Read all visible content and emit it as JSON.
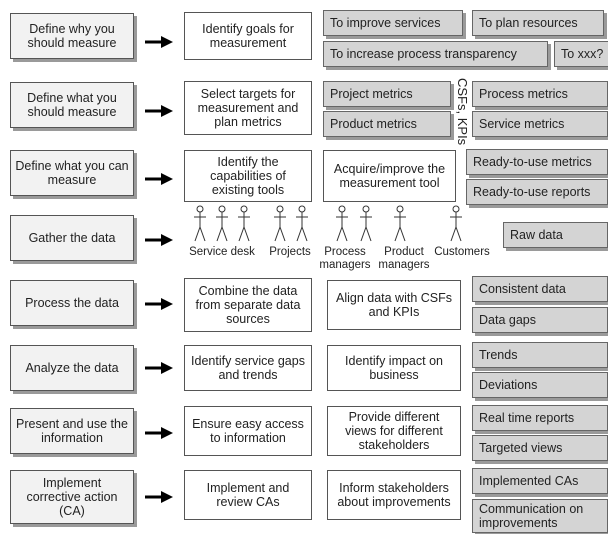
{
  "steps": [
    {
      "label": "Define why you should measure",
      "activities": [
        "Identify goals for measurement"
      ],
      "results": [
        "To improve services",
        "To plan resources",
        "To increase process transparency",
        "To xxx?"
      ]
    },
    {
      "label": "Define what you should measure",
      "activities": [
        "Select targets for measurement and plan metrics"
      ],
      "results": [
        "Project metrics",
        "Product metrics",
        "Process metrics",
        "Service metrics"
      ]
    },
    {
      "label": "Define what you can measure",
      "activities": [
        "Identify the capabilities of existing tools",
        "Acquire/improve the measurement tool"
      ],
      "results": [
        "Ready-to-use metrics",
        "Ready-to-use reports"
      ]
    },
    {
      "label": "Gather the data",
      "activities": [],
      "results": [
        "Raw data"
      ]
    },
    {
      "label": "Process the data",
      "activities": [
        "Combine the data from separate data sources",
        "Align data  with CSFs and KPIs"
      ],
      "results": [
        "Consistent data",
        "Data gaps"
      ]
    },
    {
      "label": "Analyze the data",
      "activities": [
        "Identify service gaps and trends",
        "Identify impact on business"
      ],
      "results": [
        "Trends",
        "Deviations"
      ]
    },
    {
      "label": "Present and use the information",
      "activities": [
        "Ensure easy access to information",
        "Provide different views for different stakeholders"
      ],
      "results": [
        "Real time reports",
        "Targeted views"
      ]
    },
    {
      "label": "Implement corrective action (CA)",
      "activities": [
        "Implement and review CAs",
        "Inform stakeholders about improvements"
      ],
      "results": [
        "Implemented CAs",
        "Communication on improvements"
      ]
    }
  ],
  "csf_kpi_label": "CSFs, KPIs",
  "people": [
    "Service desk",
    "Projects",
    "Process managers",
    "Product managers",
    "Customers"
  ],
  "colors": {
    "step_fill": "#f2f2f2",
    "result_fill": "#d4d4d4",
    "shadow": "#9a9a9a"
  }
}
